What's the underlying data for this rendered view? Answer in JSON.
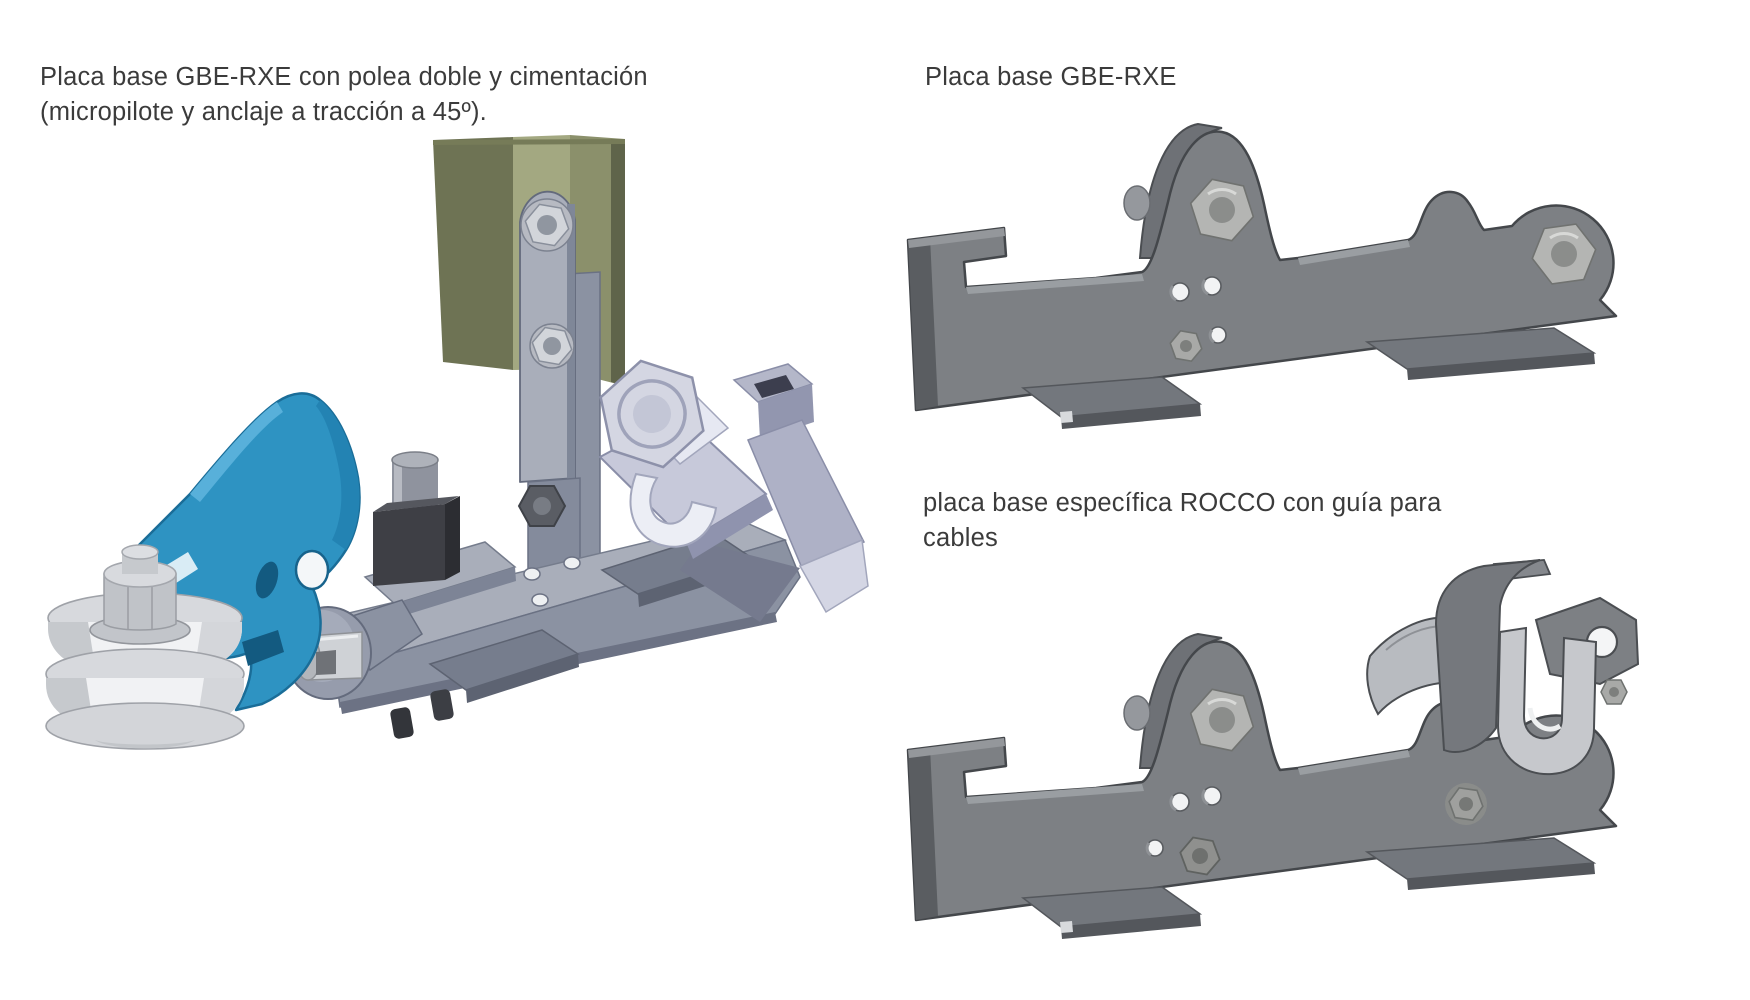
{
  "captions": {
    "left_line1": "Placa base GBE-RXE con polea doble y cimentación",
    "left_line2": "(micropilote y anclaje a tracción a 45º).",
    "top_right": "Placa base GBE-RXE",
    "bottom_right_line1": "placa base específica ROCCO con guía para",
    "bottom_right_line2": "cables"
  },
  "colors": {
    "background": "#ffffff",
    "text": "#3b3b3b",
    "plate_gray": "#7d8084",
    "plate_gray_dark": "#54575b",
    "plate_gray_light": "#9a9ea2",
    "outline": "#44474b",
    "arm_blue": "#2e93c2",
    "arm_blue_dark": "#1a6d98",
    "column_olive": "#8b906b",
    "column_olive_light": "#a3a881",
    "column_olive_dark": "#6e7354",
    "steel_light": "#a9aeba",
    "steel_mid": "#8b92a2",
    "steel_dark": "#646b7d",
    "bracket_lavender": "#c7c9da",
    "pulley_white": "#f1f2f4",
    "bolt_silver": "#c6c8cc",
    "block_black": "#3e3f45"
  }
}
